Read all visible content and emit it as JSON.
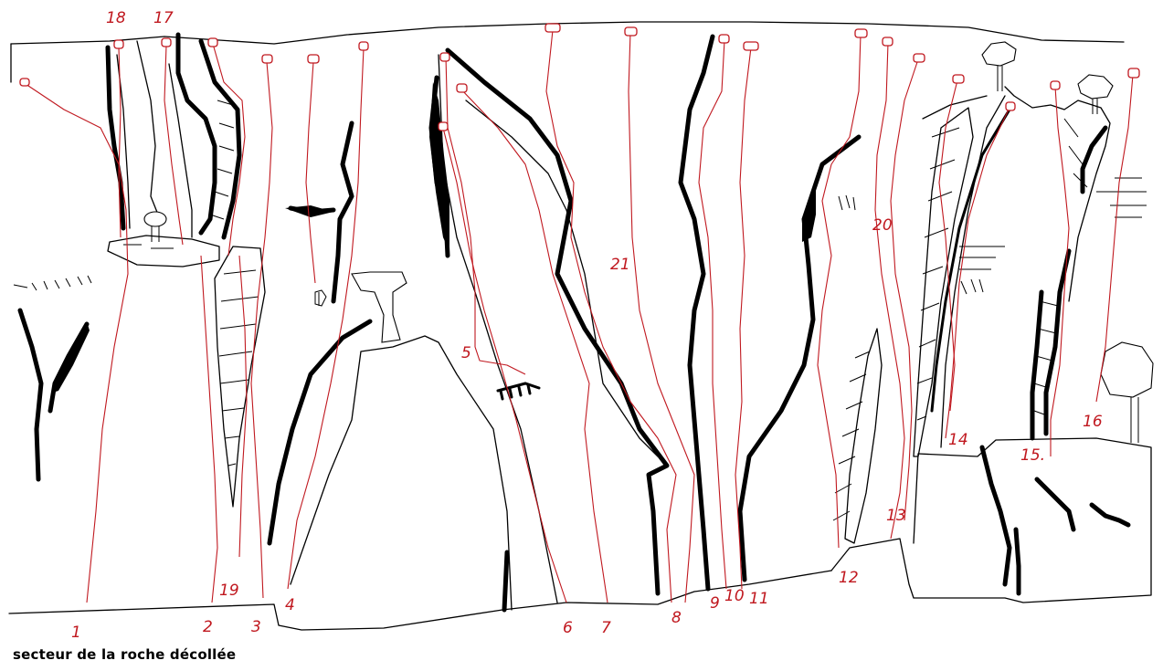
{
  "caption": "secteur de la roche décollée",
  "routes": [
    {
      "number": "1"
    },
    {
      "number": "2"
    },
    {
      "number": "3"
    },
    {
      "number": "4"
    },
    {
      "number": "5"
    },
    {
      "number": "6"
    },
    {
      "number": "7"
    },
    {
      "number": "8"
    },
    {
      "number": "9"
    },
    {
      "number": "10"
    },
    {
      "number": "11"
    },
    {
      "number": "12"
    },
    {
      "number": "13"
    },
    {
      "number": "14"
    },
    {
      "number": "15."
    },
    {
      "number": "16"
    },
    {
      "number": "17"
    },
    {
      "number": "18"
    },
    {
      "number": "19"
    },
    {
      "number": "20"
    },
    {
      "number": "21"
    }
  ],
  "colors": {
    "route": "#c0181f",
    "rock": "#000000",
    "background": "#ffffff"
  }
}
